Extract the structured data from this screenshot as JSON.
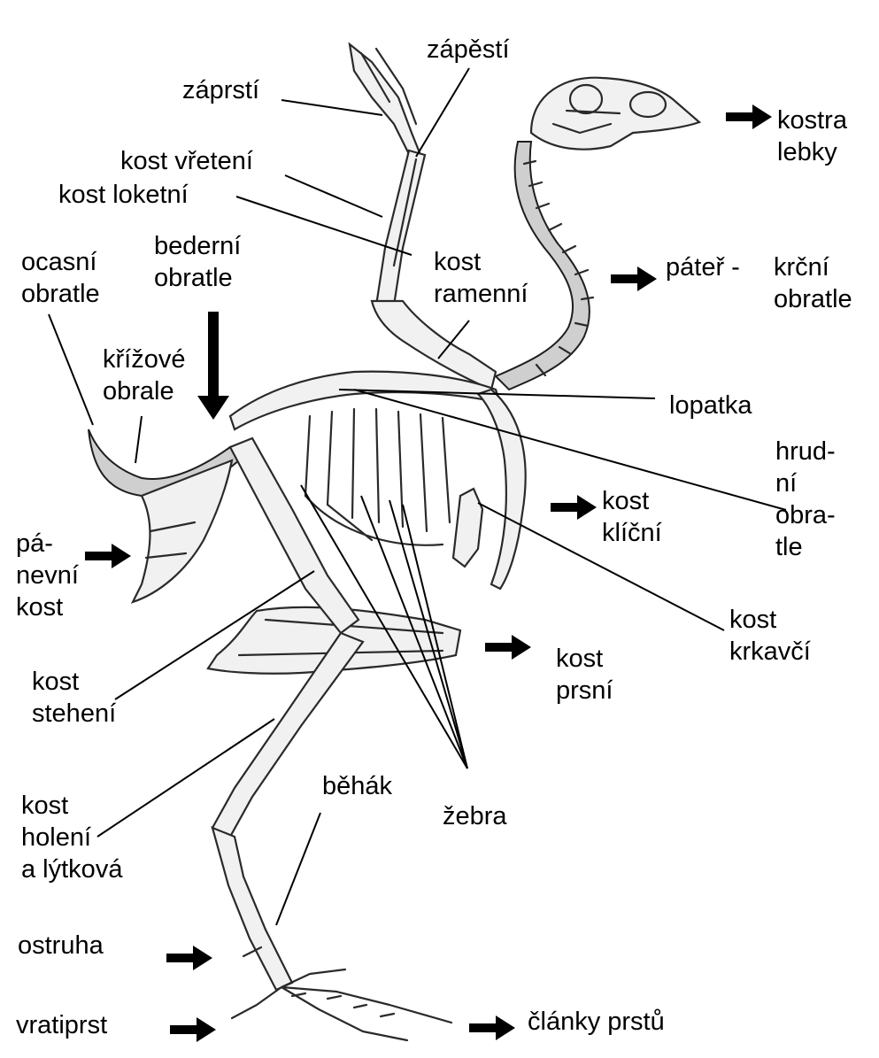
{
  "labels": {
    "zaprsti": "záprstí",
    "zapesti": "zápěstí",
    "kost_vreteni": "kost vřetení",
    "kost_loketni": "kost loketní",
    "kost_ramenni": [
      "kost",
      "ramenní"
    ],
    "kostra_lebky": [
      "kostra",
      "lebky"
    ],
    "ocasni_obratle": [
      "ocasní",
      "obratle"
    ],
    "bederni_obratle": [
      "bederní",
      "obratle"
    ],
    "krizove_obrale": [
      "křížové",
      "obrale"
    ],
    "pater": "páteř -",
    "krcni_obratle": [
      "krční",
      "obratle"
    ],
    "lopatka": "lopatka",
    "hrudni_obratle": [
      "hrud-",
      "ní",
      "obra-",
      "tle"
    ],
    "panevni_kost": [
      "pá-",
      "nevní",
      "kost"
    ],
    "kost_klicni": [
      "kost",
      "klíční"
    ],
    "kost_krkavci": [
      "kost",
      "krkavčí"
    ],
    "kost_stehenni": [
      "kost",
      "stehení"
    ],
    "kost_prsni": [
      "kost",
      "prsní"
    ],
    "behak": "běhák",
    "zebra": "žebra",
    "kost_holeni": [
      "kost",
      "holení",
      "a lýtková"
    ],
    "ostruha": "ostruha",
    "vratiprst": "vratiprst",
    "clanky_prstu": "články prstů"
  },
  "colors": {
    "ink": "#000000",
    "bone": "#f1f1f1",
    "background": "#ffffff"
  }
}
